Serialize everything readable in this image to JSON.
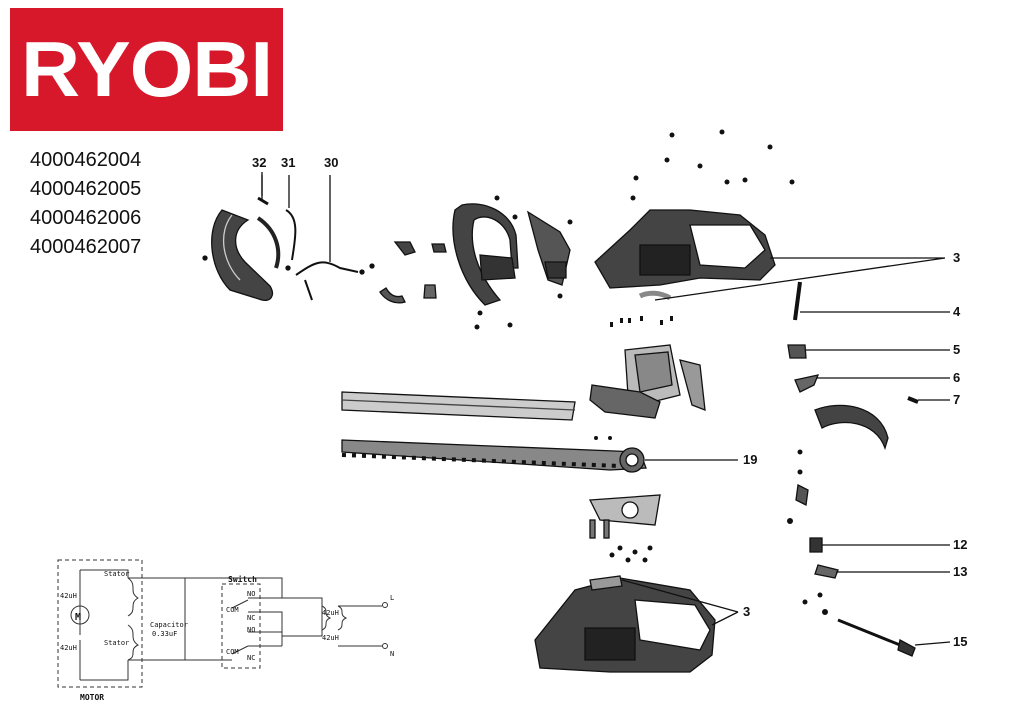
{
  "brand": {
    "logo_text": "RYOBI",
    "logo_color": "#d7182a"
  },
  "models": [
    "4000462004",
    "4000462005",
    "4000462006",
    "4000462007"
  ],
  "callouts": {
    "n32": "32",
    "n31": "31",
    "n30": "30",
    "n3a": "3",
    "n4": "4",
    "n5": "5",
    "n6": "6",
    "n7": "7",
    "n19": "19",
    "n12": "12",
    "n13": "13",
    "n3b": "3",
    "n15": "15"
  },
  "schematic": {
    "switch": "Switch",
    "motor": "MOTOR",
    "m": "M",
    "stator1": "Stator",
    "stator2": "Stator",
    "capacitor": "Capacitor",
    "cap_value": "0.33uF",
    "ind_top": "42uH",
    "ind_bot": "42uH",
    "ind_r1": "42uH",
    "ind_r2": "42uH",
    "com1": "COM",
    "com2": "COM",
    "no1": "NO",
    "nc1": "NC",
    "no2": "NO",
    "nc2": "NC",
    "l": "L",
    "n": "N"
  }
}
